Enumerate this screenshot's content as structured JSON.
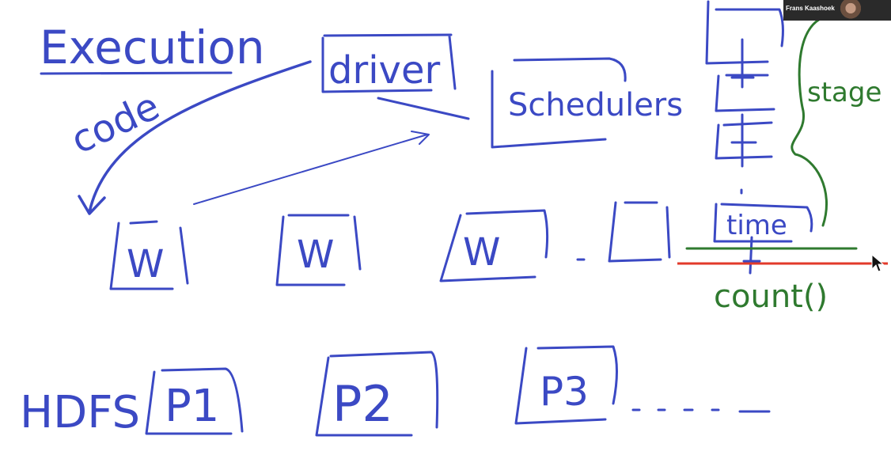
{
  "whiteboard": {
    "title": "Execution",
    "code_label": "code",
    "driver_label": "driver",
    "schedulers_label": "Schedulers",
    "worker_label": "W",
    "hdfs_label": "HDFS",
    "partitions": [
      "P1",
      "P2",
      "P3"
    ],
    "stage_label": "stage",
    "time_label": "time",
    "count_label": "count()"
  },
  "video_tile": {
    "participant_name": "Frans Kaashoek"
  },
  "colors": {
    "ink_blue": "#3b49c4",
    "ink_green": "#2f7a2f",
    "ink_red": "#e23a2a"
  }
}
